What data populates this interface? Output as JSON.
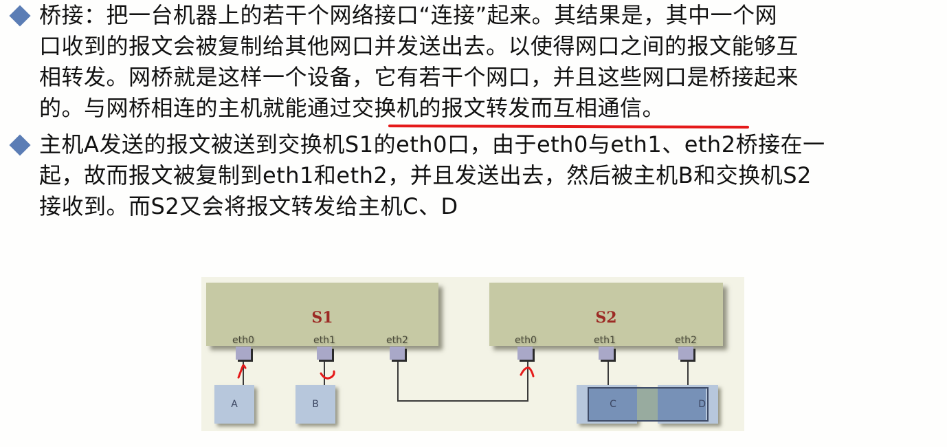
{
  "slide": {
    "paragraphs": [
      {
        "bullet_icon": "diamond-bullet",
        "lines": [
          "桥接：把一台机器上的若干个网络接口“连接”起来。其结果是，其中一个网",
          "口收到的报文会被复制给其他网口并发送出去。以使得网口之间的报文能够互",
          "相转发。网桥就是这样一个设备，它有若干个网口，并且这些网口是桥接起来",
          "的。与网桥相连的主机就能通过交换机的报文转发而互相通信。"
        ]
      },
      {
        "bullet_icon": "diamond-bullet",
        "lines": [
          "主机A发送的报文被送到交换机S1的eth0口，由于eth0与eth1、eth2桥接在一",
          "起，故而报文被复制到eth1和eth2，并且发送出去，然后被主机B和交换机S2",
          "接收到。而S2又会将报文转发给主机C、D"
        ]
      }
    ],
    "annotation": {
      "type": "red-underline",
      "color": "#e51a1a"
    },
    "colors": {
      "bullet": "#5b7db5",
      "diagram_bg": "#f3f3e6",
      "switch_fill": "#c6c9a4",
      "switch_label": "#9c2a24",
      "port_fill": "#a9a8c8",
      "host_fill": "#b7c7dc",
      "host_fill_dark": "#7791b7",
      "annotation_red": "#e51a1a"
    }
  },
  "diagram": {
    "switches": [
      {
        "name": "S1",
        "ports": [
          "eth0",
          "eth1",
          "eth2"
        ]
      },
      {
        "name": "S2",
        "ports": [
          "eth0",
          "eth1",
          "eth2"
        ]
      }
    ],
    "hosts": [
      "A",
      "B",
      "C",
      "D"
    ],
    "links": [
      {
        "from": "S1.eth0",
        "to": "A"
      },
      {
        "from": "S1.eth1",
        "to": "B"
      },
      {
        "from": "S1.eth2",
        "to": "S2.eth0"
      },
      {
        "from": "S2.eth1",
        "to": "C"
      },
      {
        "from": "S2.eth2",
        "to": "D"
      }
    ]
  }
}
